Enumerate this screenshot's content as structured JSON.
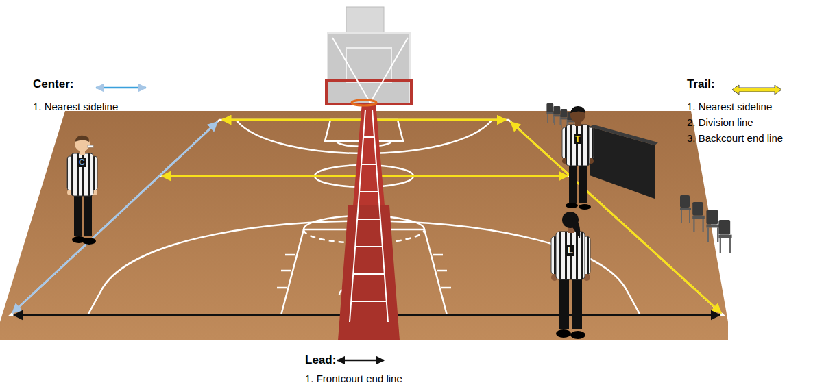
{
  "diagram": {
    "labels": [
      "Center:",
      "1. Nearest sideline",
      "Trail:",
      "1. Nearest sideline",
      "2. Division line",
      "3. Backcourt end line",
      "Lead:",
      "1. Frontcourt end line",
      "C",
      "T",
      "L"
    ]
  }
}
